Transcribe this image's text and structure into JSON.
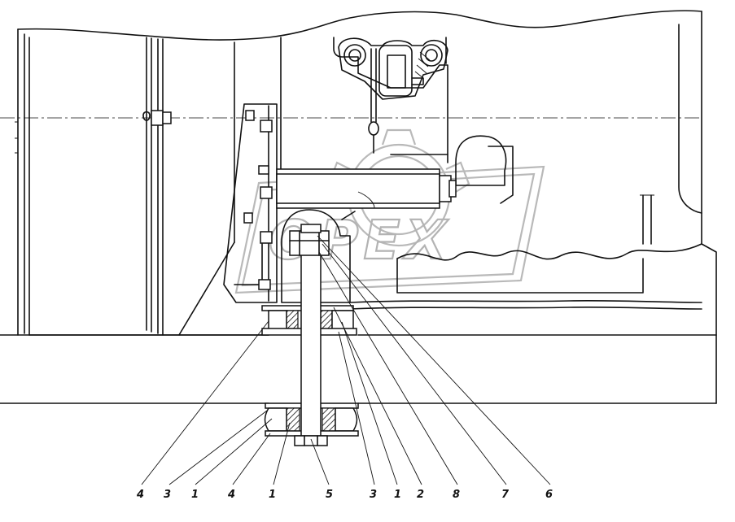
{
  "watermark": {
    "text": "OPEX"
  },
  "callouts": [
    {
      "id": "c1",
      "label": "4"
    },
    {
      "id": "c2",
      "label": "3"
    },
    {
      "id": "c3",
      "label": "1"
    },
    {
      "id": "c4",
      "label": "4"
    },
    {
      "id": "c5",
      "label": "1"
    },
    {
      "id": "c6",
      "label": "5"
    },
    {
      "id": "c7",
      "label": "3"
    },
    {
      "id": "c8",
      "label": "1"
    },
    {
      "id": "c9",
      "label": "2"
    },
    {
      "id": "c10",
      "label": "8"
    },
    {
      "id": "c11",
      "label": "7"
    },
    {
      "id": "c12",
      "label": "6"
    }
  ]
}
